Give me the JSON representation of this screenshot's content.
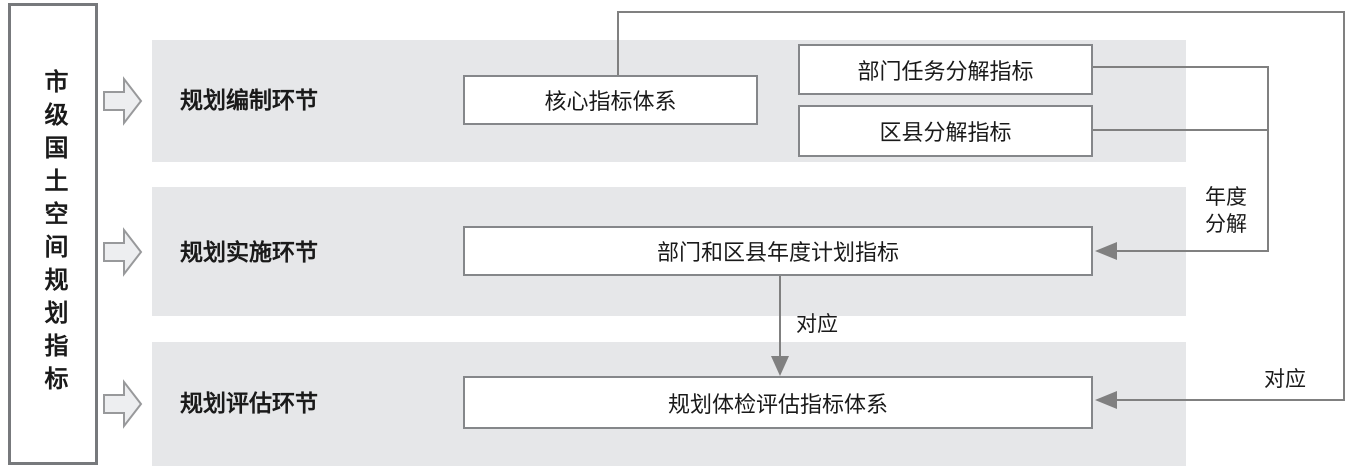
{
  "diagram": {
    "title_box": {
      "text": "市级国土空间规划指标"
    },
    "stages": [
      {
        "id": "compile",
        "label": "规划编制环节"
      },
      {
        "id": "implement",
        "label": "规划实施环节"
      },
      {
        "id": "evaluate",
        "label": "规划评估环节"
      }
    ],
    "nodes": {
      "core": {
        "label": "核心指标体系"
      },
      "dept_tasks": {
        "label": "部门任务分解指标"
      },
      "district_county": {
        "label": "区县分解指标"
      },
      "annual_plan": {
        "label": "部门和区县年度计划指标"
      },
      "evaluation_system": {
        "label": "规划体检评估指标体系"
      }
    },
    "edge_labels": {
      "annual_decomposition": "年度分解",
      "correspondence_mid": "对应",
      "correspondence_right": "对应"
    },
    "colors": {
      "band_bg": "#e6e7e9",
      "line": "#808080",
      "box_border": "#85878a",
      "title_border": "#77797c",
      "stage_arrow_fill": "#edeef0",
      "stage_arrow_stroke": "#98999b",
      "text": "#1a1a1a"
    }
  }
}
